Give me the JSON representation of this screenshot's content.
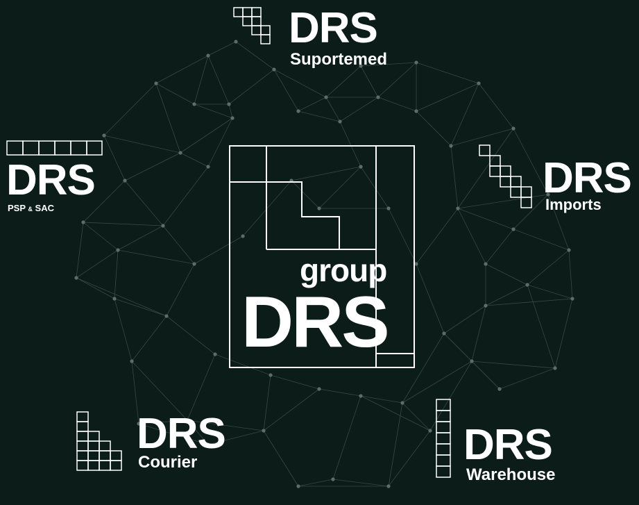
{
  "colors": {
    "background": "#0b1c19",
    "network": "#5d6e68",
    "foreground": "#ffffff"
  },
  "center_logo": {
    "group": "group",
    "brand": "DRS"
  },
  "brands": {
    "suportemed": {
      "name": "DRS",
      "sub": "Suportemed"
    },
    "psp_sac": {
      "name": "DRS",
      "sub_left": "PSP",
      "sub_amp": "&",
      "sub_right": "SAC"
    },
    "imports": {
      "name": "DRS",
      "sub": "Imports"
    },
    "courier": {
      "name": "DRS",
      "sub": "Courier"
    },
    "warehouse": {
      "name": "DRS",
      "sub": "Warehouse"
    }
  }
}
